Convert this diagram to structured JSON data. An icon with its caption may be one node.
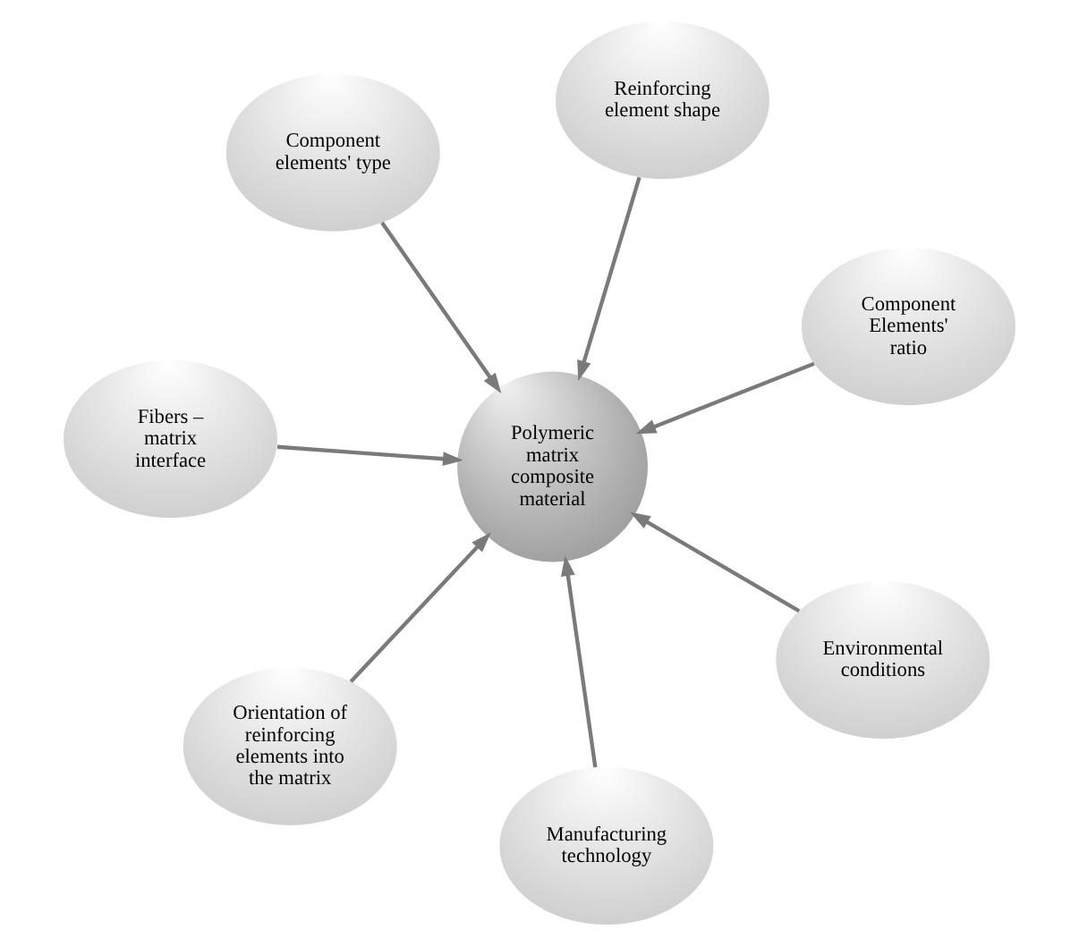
{
  "diagram": {
    "nodes": [
      {
        "text": [
          "Component elements' type"
        ]
      },
      {
        "text": [
          "Component Elements' ratio"
        ]
      },
      {
        "text": [
          "Manufacturing technology"
        ]
      },
      {
        "text": [
          "Polymeric matrix composite material"
        ]
      },
      {
        "text": [
          "Reinforcing element shape"
        ]
      },
      {
        "text": [
          "Fibers – matrix interface"
        ]
      },
      {
        "text": [
          "Orientation of reinforcing elements into the matrix"
        ]
      },
      {
        "text": [
          "Environmental conditions"
        ]
      }
    ],
    "edges": [
      {
        "from": 0,
        "to": 3,
        "arrow": "to"
      },
      {
        "from": 1,
        "to": 3,
        "arrow": "to"
      },
      {
        "from": 2,
        "to": 3,
        "arrow": "to"
      },
      {
        "from": 4,
        "to": 3,
        "arrow": "to"
      },
      {
        "from": 5,
        "to": 3,
        "arrow": "to"
      },
      {
        "from": 6,
        "to": 3,
        "arrow": "to"
      },
      {
        "from": 7,
        "to": 3,
        "arrow": "to"
      }
    ]
  }
}
